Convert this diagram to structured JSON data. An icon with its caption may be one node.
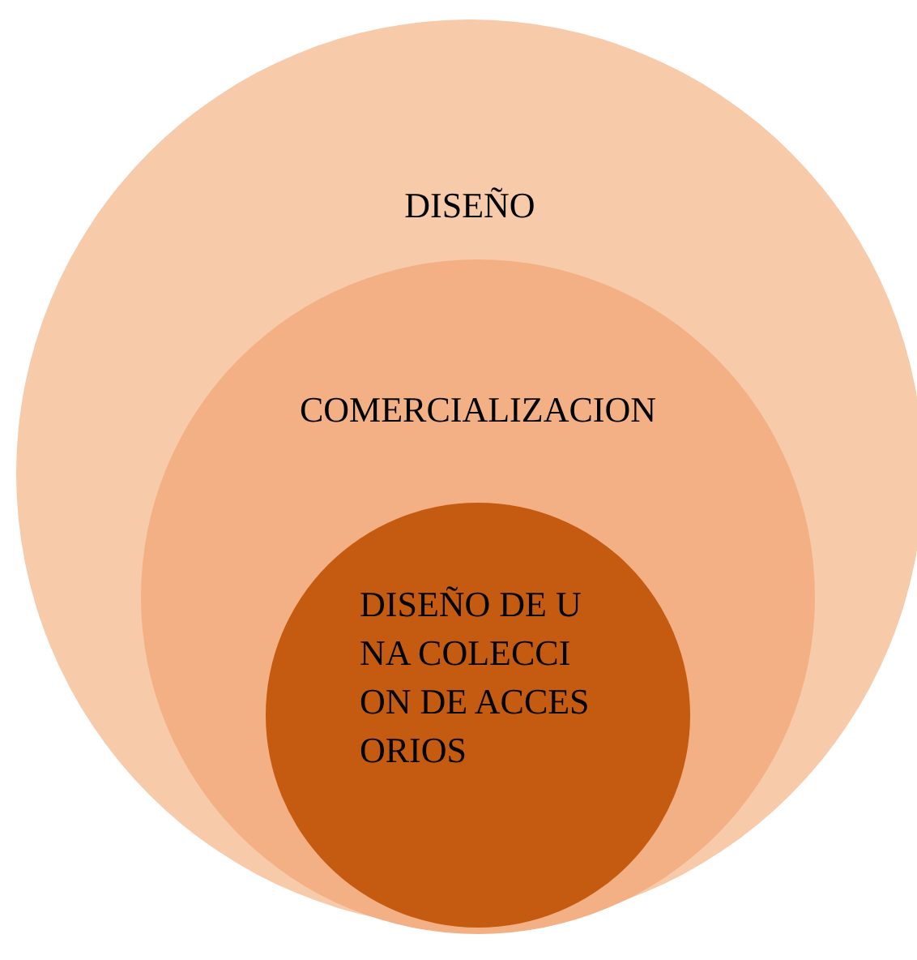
{
  "diagram": {
    "nodes": [
      {
        "text": [
          "DISEÑO"
        ]
      },
      {
        "text": [
          "COMERCIALIZACION"
        ],
        "in": 0
      },
      {
        "text": [
          "DISEÑO DE UNA COLECCION DE ACCESORIOS"
        ],
        "in": 1
      }
    ]
  }
}
